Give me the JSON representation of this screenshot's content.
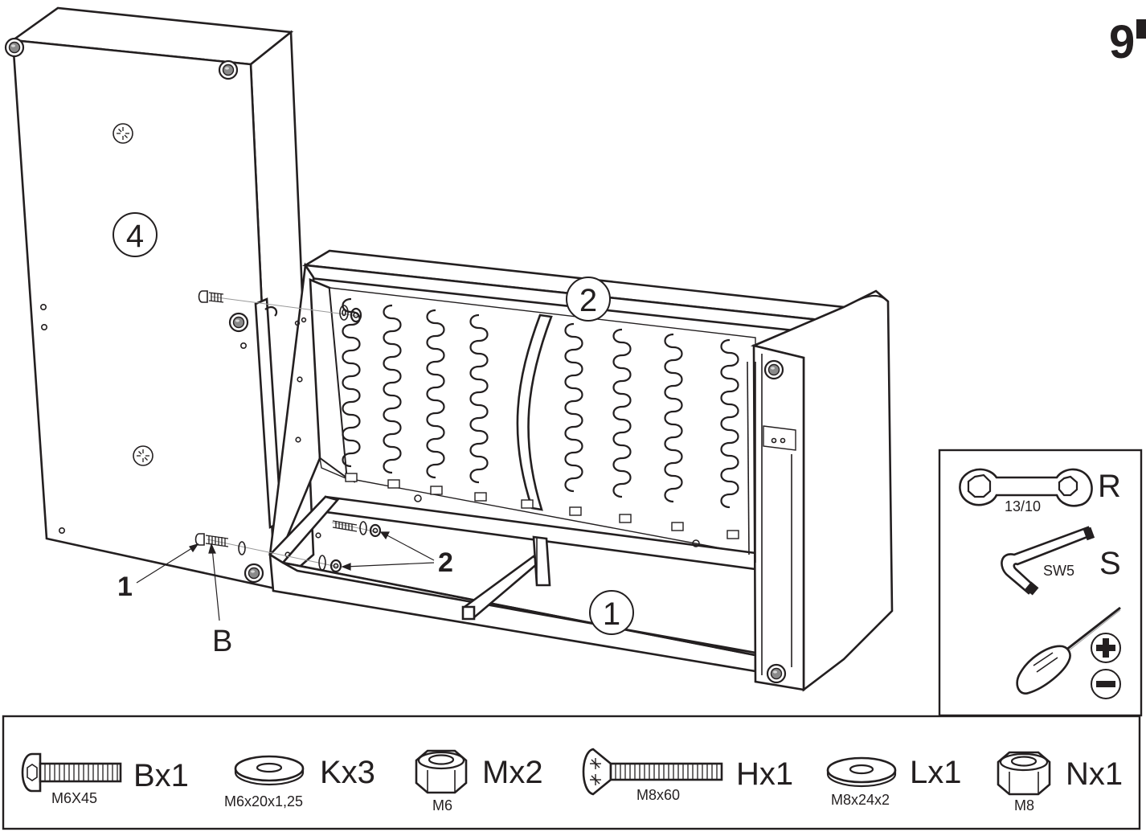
{
  "step_number": "9",
  "parts": {
    "backrest": "4",
    "seat_frame_back": "2",
    "seat_frame_front": "1"
  },
  "callouts": {
    "c1": "1",
    "c2": "2",
    "cB": "B"
  },
  "tools": [
    {
      "letter": "R",
      "spec": "13/10",
      "icon": "double-ring-wrench-icon"
    },
    {
      "letter": "S",
      "spec": "SW5",
      "icon": "hex-key-icon"
    },
    {
      "letter": "",
      "spec": "",
      "icon": "screwdriver-plus-minus-icon"
    }
  ],
  "hardware": [
    {
      "code": "Bx1",
      "spec": "M6X45",
      "icon": "button-head-bolt-icon"
    },
    {
      "code": "Kx3",
      "spec": "M6x20x1,25",
      "icon": "washer-icon"
    },
    {
      "code": "Mx2",
      "spec": "M6",
      "icon": "hex-nut-icon"
    },
    {
      "code": "Hx1",
      "spec": "M8x60",
      "icon": "countersunk-bolt-icon"
    },
    {
      "code": "Lx1",
      "spec": "M8x24x2",
      "icon": "washer-icon"
    },
    {
      "code": "Nx1",
      "spec": "M8",
      "icon": "hex-nut-icon"
    }
  ]
}
